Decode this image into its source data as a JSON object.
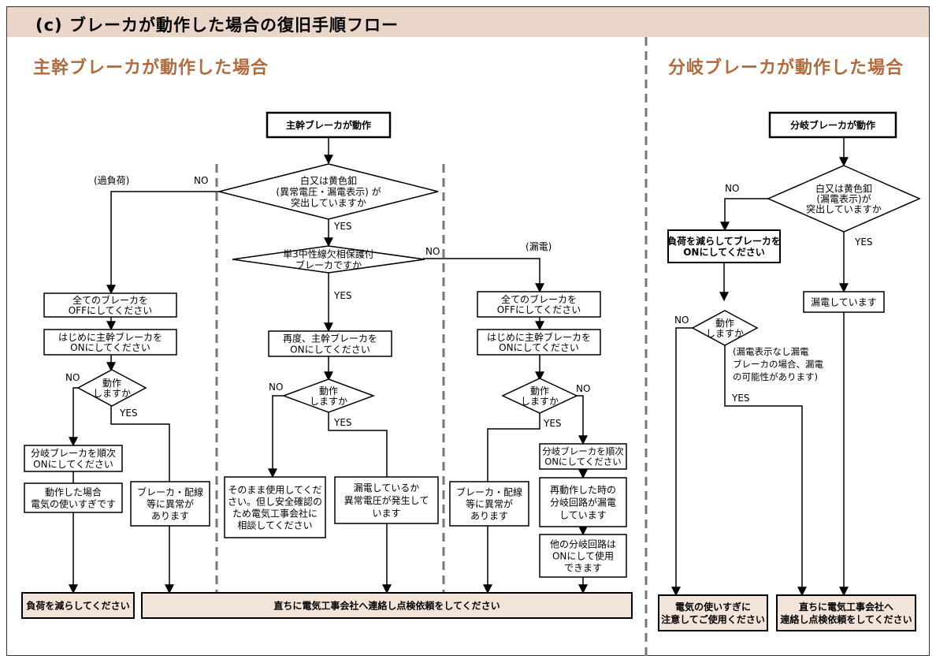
{
  "header": {
    "title": "(c) ブレーカが動作した場合の復旧手順フロー"
  },
  "main": {
    "title": "主幹ブレーカが動作した場合",
    "start": "主幹ブレーカが動作",
    "d_white": [
      "白又は黄色釦",
      "(異常電圧・漏電表示) が",
      "突出していますか"
    ],
    "d_single": [
      "単3中性線欠相保護付",
      "ブレーカですか"
    ],
    "label_overload": "(過負荷)",
    "label_leak": "(漏電)",
    "no": "NO",
    "yes": "YES",
    "left": {
      "all_off": [
        "全てのブレーカを",
        "OFFにしてください"
      ],
      "main_on": [
        "はじめに主幹ブレーカを",
        "ONにしてください"
      ],
      "operate": [
        "動作",
        "しますか"
      ],
      "branch_seq": [
        "分岐ブレーカを順次",
        "ONにしてください"
      ],
      "overuse": [
        "動作した場合",
        "電気の使いすぎです"
      ],
      "wiring": [
        "ブレーカ・配線",
        "等に異常が",
        "あります"
      ]
    },
    "center": {
      "main_on_again": [
        "再度、主幹ブレーカを",
        "ONにしてください"
      ],
      "operate": [
        "動作",
        "しますか"
      ],
      "use_as_is": [
        "そのまま使用してくだ",
        "さい。但し安全確認の",
        "ため電気工事会社に",
        "相談してください"
      ],
      "leak_voltage": [
        "漏電しているか",
        "異常電圧が発生して",
        "います"
      ]
    },
    "right": {
      "all_off": [
        "全てのブレーカを",
        "OFFにしてください"
      ],
      "main_on": [
        "はじめに主幹ブレーカを",
        "ONにしてください"
      ],
      "operate": [
        "動作",
        "しますか"
      ],
      "wiring": [
        "ブレーカ・配線",
        "等に異常が",
        "あります"
      ],
      "branch_seq": [
        "分岐ブレーカを順次",
        "ONにしてください"
      ],
      "reoperate": [
        "再動作した時の",
        "分岐回路が漏電",
        "しています"
      ],
      "other_circuits": [
        "他の分岐回路は",
        "ONにして使用",
        "できます"
      ]
    },
    "end_reduce": "負荷を減らしてください",
    "end_contact": "直ちに電気工事会社へ連絡し点検依頼をしてください"
  },
  "branch": {
    "title": "分岐ブレーカが動作した場合",
    "start": "分岐ブレーカが動作",
    "d_white": [
      "白又は黄色釦",
      "(漏電表示)が",
      "突出していますか"
    ],
    "reduce_on": [
      "負荷を減らしてブレーカを",
      "ONにしてください"
    ],
    "leaking": "漏電しています",
    "operate": [
      "動作",
      "しますか"
    ],
    "note": [
      "(漏電表示なし漏電",
      "ブレーカの場合、漏電",
      "の可能性があります)"
    ],
    "no": "NO",
    "yes": "YES",
    "end_overuse": [
      "電気の使いすぎに",
      "注意してご使用ください"
    ],
    "end_contact": [
      "直ちに電気工事会社へ",
      "連絡し点検依頼をしてください"
    ]
  },
  "colors": {
    "header_bg": "#e9d6c8",
    "title": "#b06a3e",
    "end_box": "#f3e4d9"
  }
}
